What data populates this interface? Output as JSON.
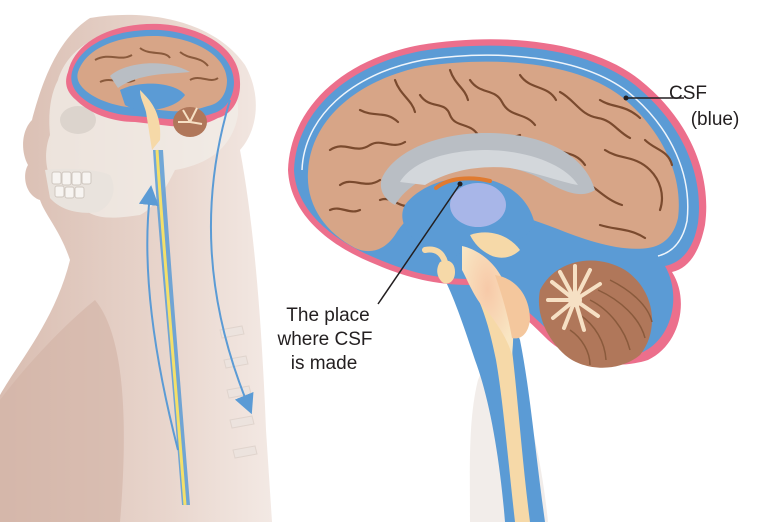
{
  "labels": {
    "csf_title": "CSF",
    "csf_note": "(blue)",
    "place_line1": "The place",
    "place_line2": "where CSF",
    "place_line3": "is made"
  },
  "colors": {
    "csf_blue": "#5b9bd5",
    "brain_tan": "#d7a587",
    "sulci_brown": "#8a5a3c",
    "meninges_pink": "#ec6f8c",
    "ventricle_gray": "#b9bec4",
    "choroid_orange": "#e07a2f",
    "cerebellum_brown": "#b0775a",
    "brainstem_cream": "#f6d9a8",
    "spinal_yellow": "#f4e06a",
    "skin": "#e2cbc0",
    "leader_line": "#231f20"
  },
  "icons": {
    "flow_arrows": "blue-flow-arrow-icon"
  }
}
